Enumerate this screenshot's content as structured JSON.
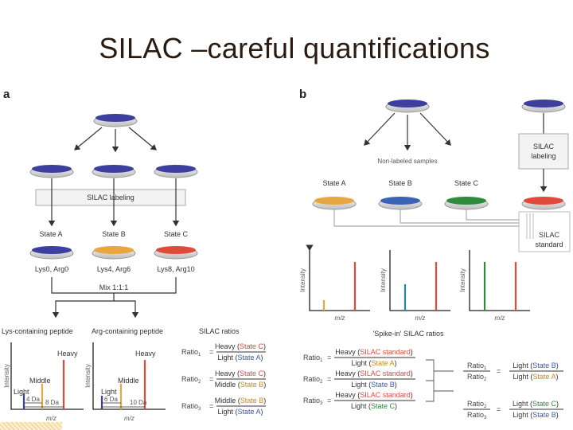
{
  "slide": {
    "title": "SILAC –careful quantifications"
  },
  "panel_a": {
    "label": "a",
    "labeling_box": "SILAC labeling",
    "states": [
      "State A",
      "State B",
      "State C"
    ],
    "isotopes": [
      "Lys0, Arg0",
      "Lys4, Arg6",
      "Lys8, Arg10"
    ],
    "mix": "Mix 1:1:1",
    "lys_peptide": "Lys-containing peptide",
    "arg_peptide": "Arg-containing peptide",
    "heavy": "Heavy",
    "middle": "Middle",
    "light": "Light",
    "da4": "4 Da",
    "da8": "8 Da",
    "da6": "6 Da",
    "da10": "10 Da",
    "intensity": "Intensity",
    "mz": "m/z",
    "ratios_title": "SILAC ratios",
    "ratios": [
      {
        "name": "Ratio",
        "sub": "1",
        "num": "Heavy (State C)",
        "den": "Light (State A)"
      },
      {
        "name": "Ratio",
        "sub": "2",
        "num": "Heavy (State C)",
        "den": "Middle (State B)"
      },
      {
        "name": "Ratio",
        "sub": "3",
        "num": "Middle (State B)",
        "den": "Light (State A)"
      }
    ]
  },
  "panel_b": {
    "label": "b",
    "non_labeled": "Non-labeled samples",
    "silac_labeling": [
      "SILAC",
      "labeling"
    ],
    "states": [
      "State A",
      "State B",
      "State C"
    ],
    "silac_standard": [
      "SILAC",
      "standard"
    ],
    "intensity": "Intensity",
    "mz": "m/z",
    "spike_title": "'Spike-in' SILAC ratios",
    "ratios": [
      {
        "name": "Ratio",
        "sub": "1",
        "num": "Heavy (SILAC standard)",
        "den": "Light (State A)"
      },
      {
        "name": "Ratio",
        "sub": "2",
        "num": "Heavy (SILAC standard)",
        "den": "Light (State B)"
      },
      {
        "name": "Ratio",
        "sub": "3",
        "num": "Heavy (SILAC standard)",
        "den": "Light (State C)"
      }
    ],
    "derived": [
      {
        "top": "Ratio",
        "top_sub": "1",
        "bot": "Ratio",
        "bot_sub": "2",
        "num": "Light (State B)",
        "den": "Light (State A)"
      },
      {
        "top": "Ratio",
        "top_sub": "2",
        "bot": "Ratio",
        "bot_sub": "3",
        "num": "Light (State C)",
        "den": "Light (State B)"
      }
    ]
  },
  "colors": {
    "state_a": "#e8a640",
    "state_b": "#3b63b5",
    "state_c": "#e04a3a",
    "state_c_green": "#2e8b3e",
    "unlabeled": "#3d3f9e",
    "teal": "#2a86a8"
  }
}
